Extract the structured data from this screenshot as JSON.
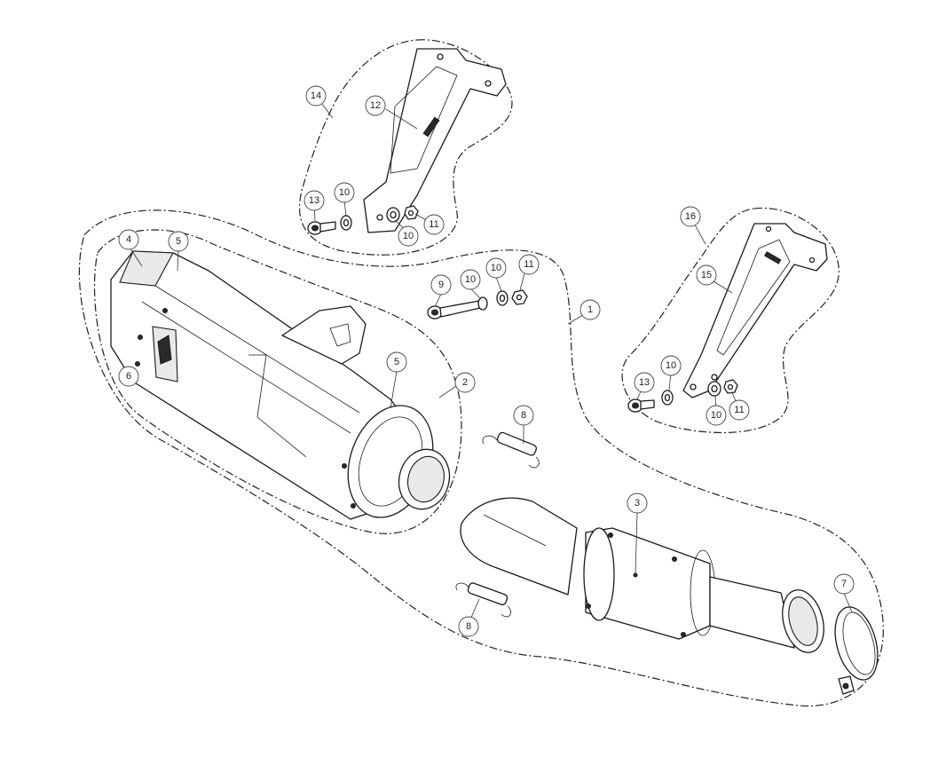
{
  "callouts": [
    {
      "id": "c1",
      "label": "1"
    },
    {
      "id": "c2",
      "label": "2"
    },
    {
      "id": "c3",
      "label": "3"
    },
    {
      "id": "c4",
      "label": "4"
    },
    {
      "id": "c5a",
      "label": "5"
    },
    {
      "id": "c5b",
      "label": "5"
    },
    {
      "id": "c6",
      "label": "6"
    },
    {
      "id": "c7",
      "label": "7"
    },
    {
      "id": "c8a",
      "label": "8"
    },
    {
      "id": "c8b",
      "label": "8"
    },
    {
      "id": "c9",
      "label": "9"
    },
    {
      "id": "c10a",
      "label": "10"
    },
    {
      "id": "c10b",
      "label": "10"
    },
    {
      "id": "c10c",
      "label": "10"
    },
    {
      "id": "c10d",
      "label": "10"
    },
    {
      "id": "c10e",
      "label": "10"
    },
    {
      "id": "c10f",
      "label": "10"
    },
    {
      "id": "c11a",
      "label": "11"
    },
    {
      "id": "c11b",
      "label": "11"
    },
    {
      "id": "c11c",
      "label": "11"
    },
    {
      "id": "c12",
      "label": "12"
    },
    {
      "id": "c13a",
      "label": "13"
    },
    {
      "id": "c13b",
      "label": "13"
    },
    {
      "id": "c14",
      "label": "14"
    },
    {
      "id": "c15",
      "label": "15"
    },
    {
      "id": "c16",
      "label": "16"
    }
  ],
  "colors": {
    "line": "#1a1a1a",
    "background": "#ffffff"
  }
}
